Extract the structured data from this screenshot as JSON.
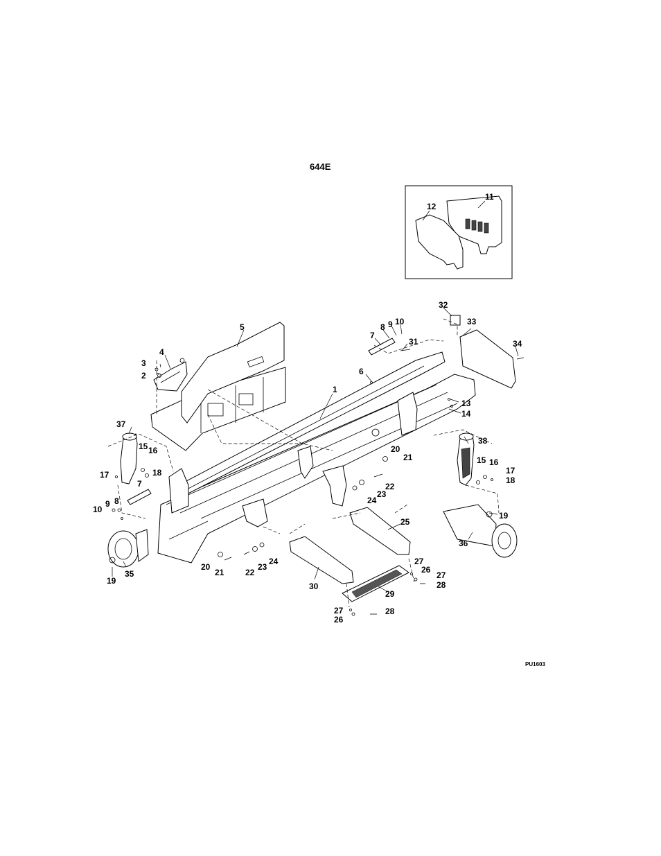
{
  "title": "644E",
  "figure_ref": "PU1603",
  "callouts": [
    {
      "n": "1",
      "label": "1"
    },
    {
      "n": "2",
      "label": "2"
    },
    {
      "n": "3",
      "label": "3"
    },
    {
      "n": "4",
      "label": "4"
    },
    {
      "n": "5",
      "label": "5"
    },
    {
      "n": "6",
      "label": "6"
    },
    {
      "n": "7a",
      "label": "7"
    },
    {
      "n": "7b",
      "label": "7"
    },
    {
      "n": "8a",
      "label": "8"
    },
    {
      "n": "8b",
      "label": "8"
    },
    {
      "n": "9a",
      "label": "9"
    },
    {
      "n": "9b",
      "label": "9"
    },
    {
      "n": "10a",
      "label": "10"
    },
    {
      "n": "10b",
      "label": "10"
    },
    {
      "n": "11",
      "label": "11"
    },
    {
      "n": "12",
      "label": "12"
    },
    {
      "n": "13",
      "label": "13"
    },
    {
      "n": "14",
      "label": "14"
    },
    {
      "n": "15a",
      "label": "15"
    },
    {
      "n": "15b",
      "label": "15"
    },
    {
      "n": "16a",
      "label": "16"
    },
    {
      "n": "16b",
      "label": "16"
    },
    {
      "n": "17a",
      "label": "17"
    },
    {
      "n": "17b",
      "label": "17"
    },
    {
      "n": "18a",
      "label": "18"
    },
    {
      "n": "18b",
      "label": "18"
    },
    {
      "n": "19a",
      "label": "19"
    },
    {
      "n": "19b",
      "label": "19"
    },
    {
      "n": "20a",
      "label": "20"
    },
    {
      "n": "20b",
      "label": "20"
    },
    {
      "n": "21a",
      "label": "21"
    },
    {
      "n": "21b",
      "label": "21"
    },
    {
      "n": "22a",
      "label": "22"
    },
    {
      "n": "22b",
      "label": "22"
    },
    {
      "n": "23a",
      "label": "23"
    },
    {
      "n": "23b",
      "label": "23"
    },
    {
      "n": "24a",
      "label": "24"
    },
    {
      "n": "24b",
      "label": "24"
    },
    {
      "n": "25",
      "label": "25"
    },
    {
      "n": "26a",
      "label": "26"
    },
    {
      "n": "26b",
      "label": "26"
    },
    {
      "n": "27a",
      "label": "27"
    },
    {
      "n": "27b",
      "label": "27"
    },
    {
      "n": "27c",
      "label": "27"
    },
    {
      "n": "28a",
      "label": "28"
    },
    {
      "n": "28b",
      "label": "28"
    },
    {
      "n": "29",
      "label": "29"
    },
    {
      "n": "30",
      "label": "30"
    },
    {
      "n": "31",
      "label": "31"
    },
    {
      "n": "32",
      "label": "32"
    },
    {
      "n": "33",
      "label": "33"
    },
    {
      "n": "34",
      "label": "34"
    },
    {
      "n": "35",
      "label": "35"
    },
    {
      "n": "36",
      "label": "36"
    },
    {
      "n": "37",
      "label": "37"
    },
    {
      "n": "38",
      "label": "38"
    }
  ]
}
